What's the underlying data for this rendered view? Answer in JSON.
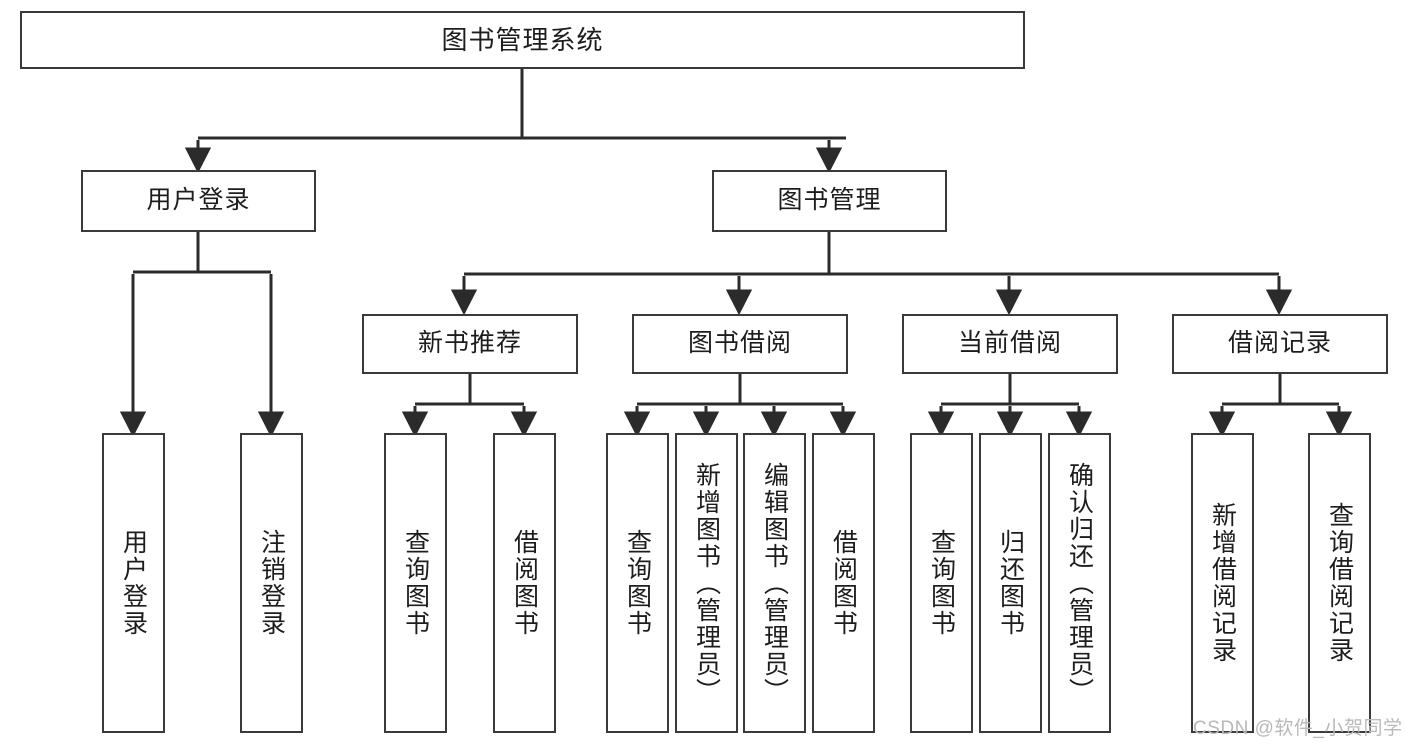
{
  "diagram": {
    "type": "tree",
    "title": "图书管理系统",
    "orientation": "top-down",
    "watermark": "CSDN @软件_小贺同学",
    "colors": {
      "box_border": "#3a3a3a",
      "box_fill": "#ffffff",
      "connector": "#2b2b2b",
      "text": "#1d1d1d",
      "watermark": "#b9b9b9"
    },
    "nodes": {
      "root": {
        "label": "图书管理系统",
        "level": 1
      },
      "user_login": {
        "label": "用户登录",
        "level": 2
      },
      "book_mgmt": {
        "label": "图书管理",
        "level": 2
      },
      "new_book_rec": {
        "label": "新书推荐",
        "level": 3
      },
      "book_borrow": {
        "label": "图书借阅",
        "level": 3
      },
      "current_borrow": {
        "label": "当前借阅",
        "level": 3
      },
      "borrow_record": {
        "label": "借阅记录",
        "level": 3
      },
      "leaf_user_login": {
        "label": "用户登录",
        "level": 4
      },
      "leaf_logout": {
        "label": "注销登录",
        "level": 4
      },
      "leaf_query_book_1": {
        "label": "查询图书",
        "level": 4
      },
      "leaf_borrow_book_1": {
        "label": "借阅图书",
        "level": 4
      },
      "leaf_query_book_2": {
        "label": "查询图书",
        "level": 4
      },
      "leaf_add_book": {
        "label": "新增图书（管理员）",
        "level": 4
      },
      "leaf_edit_book": {
        "label": "编辑图书（管理员）",
        "level": 4
      },
      "leaf_borrow_book_2": {
        "label": "借阅图书",
        "level": 4
      },
      "leaf_query_book_3": {
        "label": "查询图书",
        "level": 4
      },
      "leaf_return_book": {
        "label": "归还图书",
        "level": 4
      },
      "leaf_confirm_return": {
        "label": "确认归还（管理员）",
        "level": 4
      },
      "leaf_add_record": {
        "label": "新增借阅记录",
        "level": 4
      },
      "leaf_query_record": {
        "label": "查询借阅记录",
        "level": 4
      }
    },
    "edges": [
      {
        "from": "root",
        "to": "user_login"
      },
      {
        "from": "root",
        "to": "book_mgmt"
      },
      {
        "from": "user_login",
        "to": "leaf_user_login"
      },
      {
        "from": "user_login",
        "to": "leaf_logout"
      },
      {
        "from": "book_mgmt",
        "to": "new_book_rec"
      },
      {
        "from": "book_mgmt",
        "to": "book_borrow"
      },
      {
        "from": "book_mgmt",
        "to": "current_borrow"
      },
      {
        "from": "book_mgmt",
        "to": "borrow_record"
      },
      {
        "from": "new_book_rec",
        "to": "leaf_query_book_1"
      },
      {
        "from": "new_book_rec",
        "to": "leaf_borrow_book_1"
      },
      {
        "from": "book_borrow",
        "to": "leaf_query_book_2"
      },
      {
        "from": "book_borrow",
        "to": "leaf_add_book"
      },
      {
        "from": "book_borrow",
        "to": "leaf_edit_book"
      },
      {
        "from": "book_borrow",
        "to": "leaf_borrow_book_2"
      },
      {
        "from": "current_borrow",
        "to": "leaf_query_book_3"
      },
      {
        "from": "current_borrow",
        "to": "leaf_return_book"
      },
      {
        "from": "current_borrow",
        "to": "leaf_confirm_return"
      },
      {
        "from": "borrow_record",
        "to": "leaf_add_record"
      },
      {
        "from": "borrow_record",
        "to": "leaf_query_record"
      }
    ]
  }
}
